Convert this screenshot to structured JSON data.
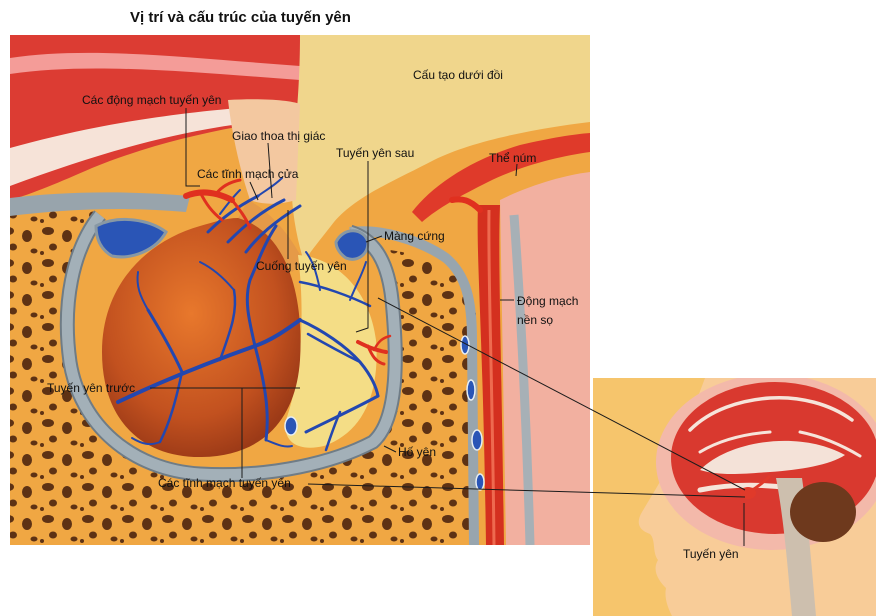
{
  "title": "Vị trí và cấu trúc của tuyến yên",
  "labels": {
    "hypothalamus": "Cấu tạo dưới đồi",
    "hypophyseal_arteries": "Các động mạch tuyến yên",
    "optic_chiasm": "Giao thoa thị giác",
    "posterior_pituitary": "Tuyến yên sau",
    "mammillary_body": "Thể núm",
    "portal_veins": "Các tĩnh mạch cửa",
    "dura_mater": "Màng cứng",
    "pituitary_stalk": "Cuống tuyến yên",
    "basilar_artery": [
      "Động mạch",
      "nền sọ"
    ],
    "anterior_pituitary": "Tuyến yên trước",
    "sella_turcica": "Hố yên",
    "hypophyseal_veins": "Các tĩnh mạch tuyến yên",
    "inset_pituitary": "Tuyến yên"
  },
  "colors": {
    "artery": "#e0301f",
    "vein": "#2347b0",
    "bone": "#f0a743",
    "anterior_pituitary": "#c2511f",
    "posterior_pituitary": "#f4dd86",
    "hypothalamus": "#f0d68c",
    "dura": "#98a5ae",
    "brain": "#d9392f"
  }
}
